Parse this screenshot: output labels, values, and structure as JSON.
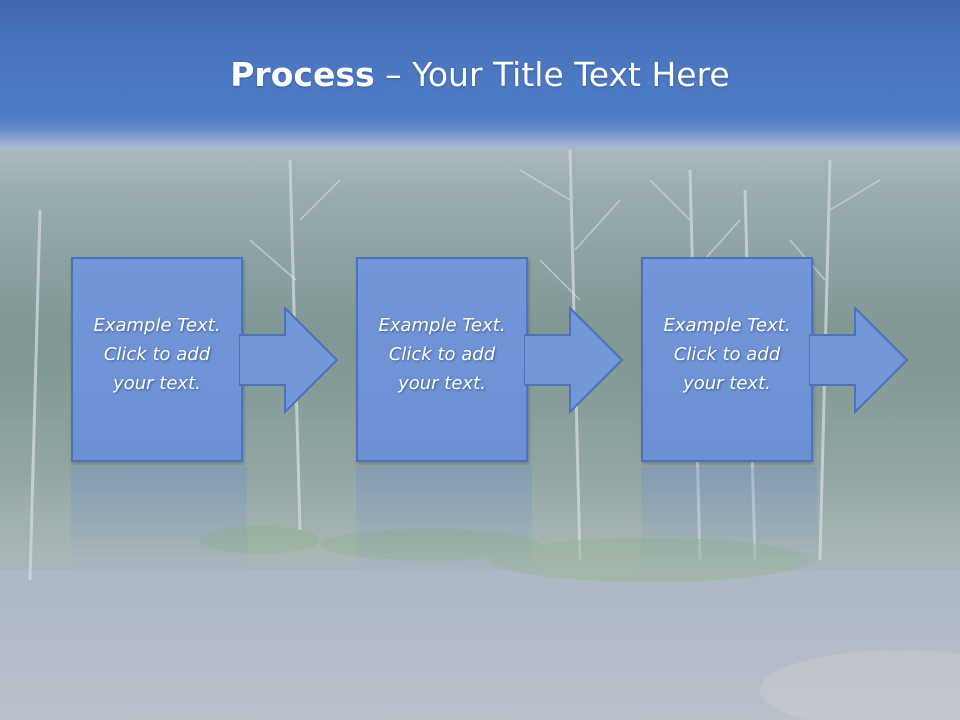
{
  "title": {
    "bold": "Process",
    "rest": " – Your Title Text Here"
  },
  "steps": [
    {
      "text": "Example Text.\nClick  to add\nyour text."
    },
    {
      "text": "Example Text.\nClick  to add\nyour text."
    },
    {
      "text": "Example Text.\nClick  to add\nyour text."
    }
  ],
  "colors": {
    "title_band": "#4b77c1",
    "box_fill": "#6d92d6",
    "box_border": "#4d73b6",
    "text": "#ffffff"
  }
}
